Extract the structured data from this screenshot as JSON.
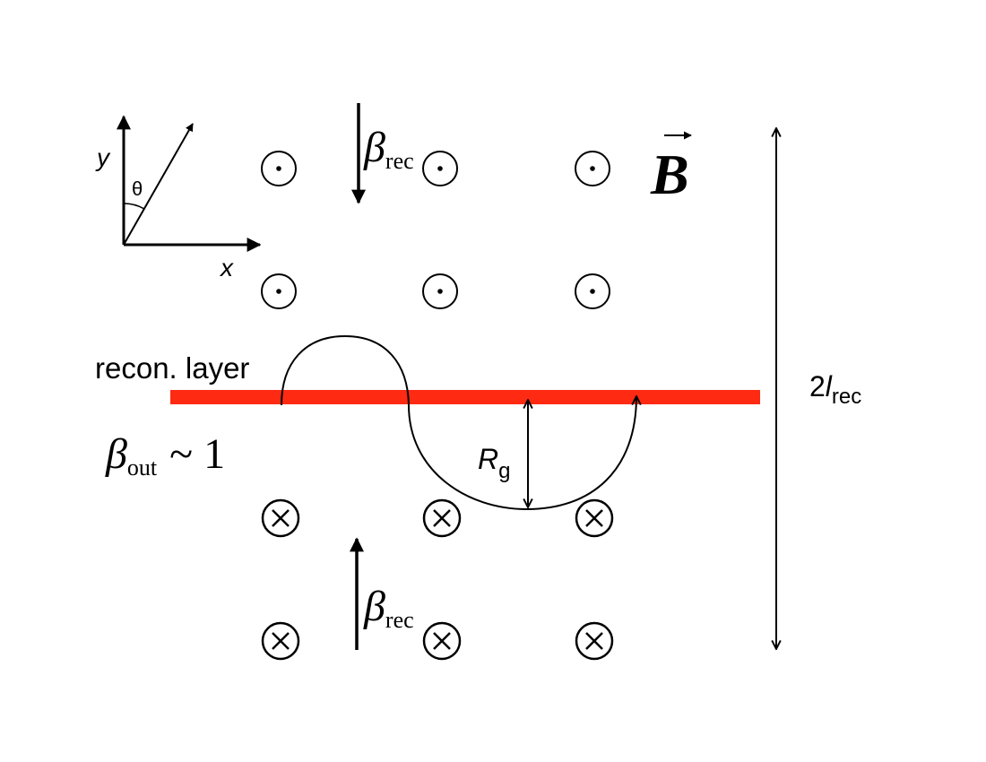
{
  "colors": {
    "ink": "#000000",
    "layer": "#ff2a12",
    "background": "#ffffff"
  },
  "axes": {
    "y_label": "y",
    "x_label": "x",
    "theta_label": "θ"
  },
  "field": {
    "symbol": "B",
    "out_of_page_symbol": "dot-circle-icon",
    "into_page_symbol": "cross-circle-icon"
  },
  "inflow_top": {
    "symbol": "β",
    "subscript": "rec"
  },
  "inflow_bottom": {
    "symbol": "β",
    "subscript": "rec"
  },
  "outflow": {
    "symbol": "β",
    "subscript": "out",
    "relation": "~ 1"
  },
  "layer": {
    "label": "recon. layer"
  },
  "gyroradius": {
    "symbol": "R",
    "subscript": "g"
  },
  "thickness": {
    "prefix": "2",
    "symbol": "l",
    "subscript": "rec"
  }
}
